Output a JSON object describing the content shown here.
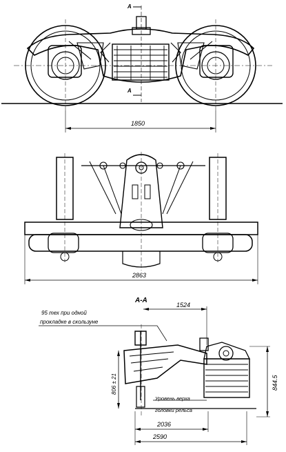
{
  "view1": {
    "section_mark": "A",
    "dimension": "1850"
  },
  "view2": {
    "dimension": "2863"
  },
  "view3": {
    "section_title": "A-A",
    "dimension_top": "1524",
    "load_note_line1": "95 тех при одной",
    "load_note_line2": "прокладке в скользуне",
    "dimension_vertical_left": "806 ± 21",
    "dimension_vertical_right": "844.5",
    "rail_label_line1": "Уровень верха",
    "rail_label_line2": "головки рельса",
    "dimension_bottom1": "2036",
    "dimension_bottom2": "2590"
  }
}
